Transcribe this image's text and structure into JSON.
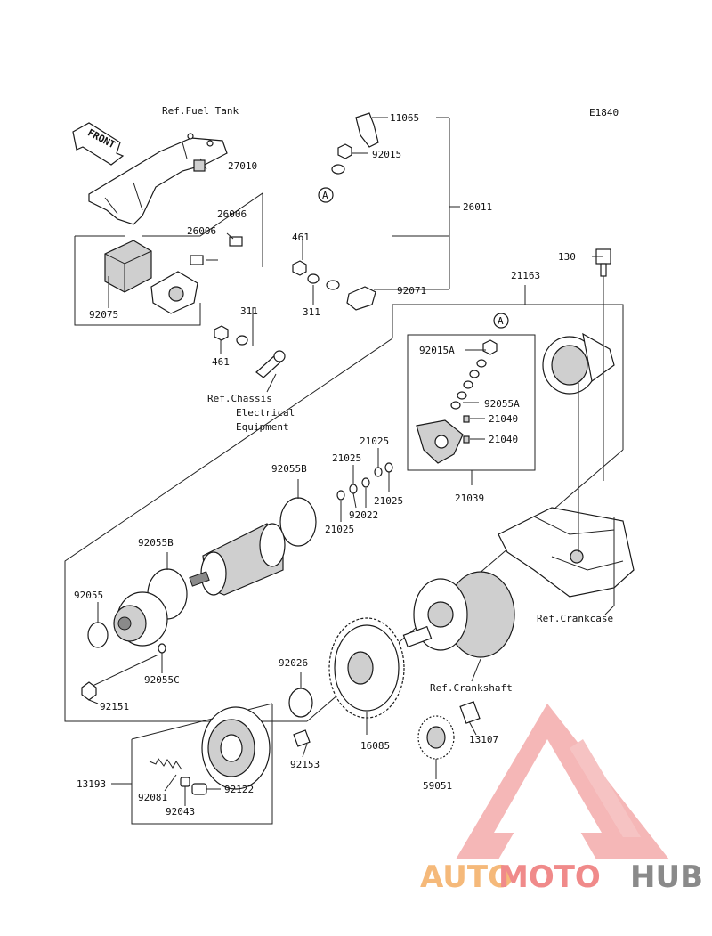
{
  "diagram": {
    "code": "E1840",
    "front_label": "FRONT",
    "callout_a": "A",
    "refs": {
      "fuel_tank": "Ref.Fuel Tank",
      "chassis_1": "Ref.Chassis",
      "chassis_2": "Electrical",
      "chassis_3": "Equipment",
      "crankcase": "Ref.Crankcase",
      "crankshaft": "Ref.Crankshaft"
    },
    "parts": {
      "p11065": "11065",
      "p92015": "92015",
      "p26011": "26011",
      "p27010": "27010",
      "p26006a": "26006",
      "p26006b": "26006",
      "p461a": "461",
      "p461b": "461",
      "p311a": "311",
      "p311b": "311",
      "p92071": "92071",
      "p92075": "92075",
      "p130": "130",
      "p21163": "21163",
      "p92015A": "92015A",
      "p92055A": "92055A",
      "p21040a": "21040",
      "p21040b": "21040",
      "p21039": "21039",
      "p21025a": "21025",
      "p21025b": "21025",
      "p21025c": "21025",
      "p21025d": "21025",
      "p92022": "92022",
      "p92055Ba": "92055B",
      "p92055Bb": "92055B",
      "p92055": "92055",
      "p92055C": "92055C",
      "p92151": "92151",
      "p92026": "92026",
      "p16085": "16085",
      "p13107": "13107",
      "p92153": "92153",
      "p13193": "13193",
      "p92081": "92081",
      "p92122": "92122",
      "p92043": "92043",
      "p59051": "59051"
    }
  },
  "watermark": {
    "part1": "AUTO",
    "part2": "MOTO",
    "part3": "HUB",
    "color_auto": "#f5b97a",
    "color_moto": "#f08a8a",
    "color_hub": "#8a8a8a"
  }
}
